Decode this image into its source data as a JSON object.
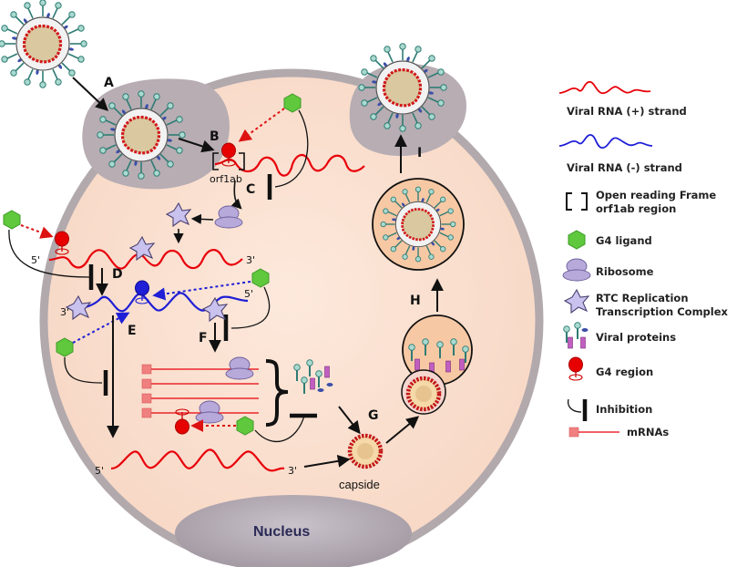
{
  "diagram": {
    "steps": [
      "A",
      "B",
      "C",
      "D",
      "E",
      "F",
      "G",
      "H",
      "I"
    ],
    "labels": {
      "orf1ab": "orf1ab",
      "five_prime": "5'",
      "three_prime": "3'",
      "capside": "capside",
      "nucleus": "Nucleus"
    }
  },
  "legend": {
    "items": [
      {
        "key": "pos",
        "label": "Viral RNA (+) strand"
      },
      {
        "key": "neg",
        "label": "Viral RNA (-) strand"
      },
      {
        "key": "orf1",
        "label": "Open reading Frame"
      },
      {
        "key": "orf2",
        "label": "orf1ab region"
      },
      {
        "key": "g4lig",
        "label": "G4 ligand"
      },
      {
        "key": "ribo",
        "label": "Ribosome"
      },
      {
        "key": "rtc1",
        "label": "RTC Replication"
      },
      {
        "key": "rtc2",
        "label": "Transcription Complex"
      },
      {
        "key": "vprot",
        "label": "Viral proteins"
      },
      {
        "key": "g4reg",
        "label": "G4 region"
      },
      {
        "key": "inhib",
        "label": "Inhibition"
      },
      {
        "key": "mrna",
        "label": "mRNAs"
      }
    ]
  },
  "colors": {
    "plus_strand": "#e8000b",
    "minus_strand": "#1f1fd6",
    "ligand": "#5fc83c",
    "ribosome": "#b7a9d9",
    "rtc": "#c9c2ee",
    "mrna": "#f07f7f",
    "cell": "#fbe4d5",
    "vesicle": "#b7adb3"
  }
}
